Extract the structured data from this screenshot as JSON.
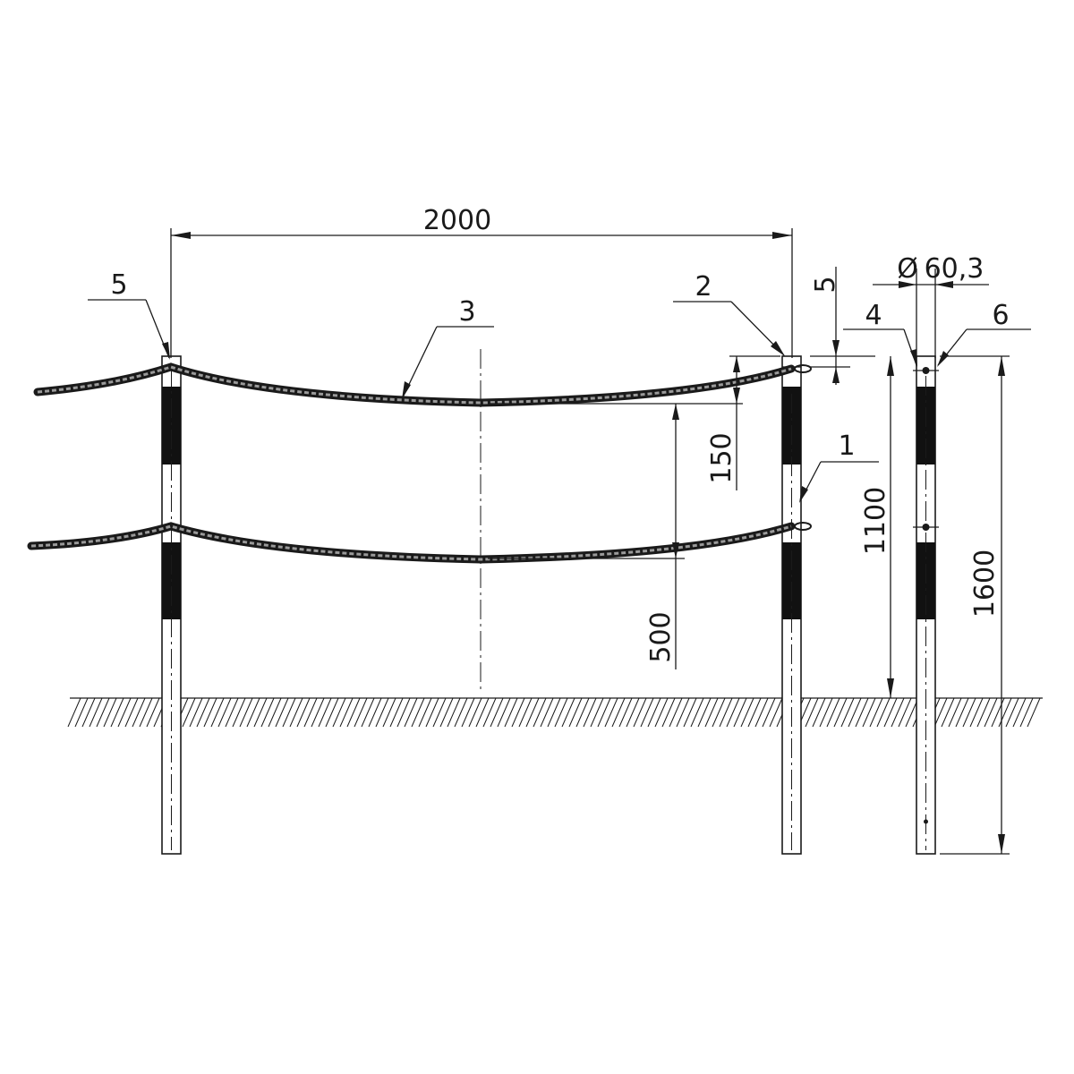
{
  "dimensions": {
    "span": "2000",
    "top_offset": "5",
    "chain_sag": "150",
    "lower_chain_height": "500",
    "post_height_above_ground": "1100",
    "post_total_length": "1600",
    "post_diameter_symbol": "Ø",
    "post_diameter": "60,3"
  },
  "callouts": {
    "post": "1",
    "top_cap": "2",
    "chain": "3",
    "eye_bolt": "4",
    "cap_left": "5",
    "ring": "6"
  },
  "colors": {
    "line": "#1a1a1a",
    "band": "#111111"
  }
}
